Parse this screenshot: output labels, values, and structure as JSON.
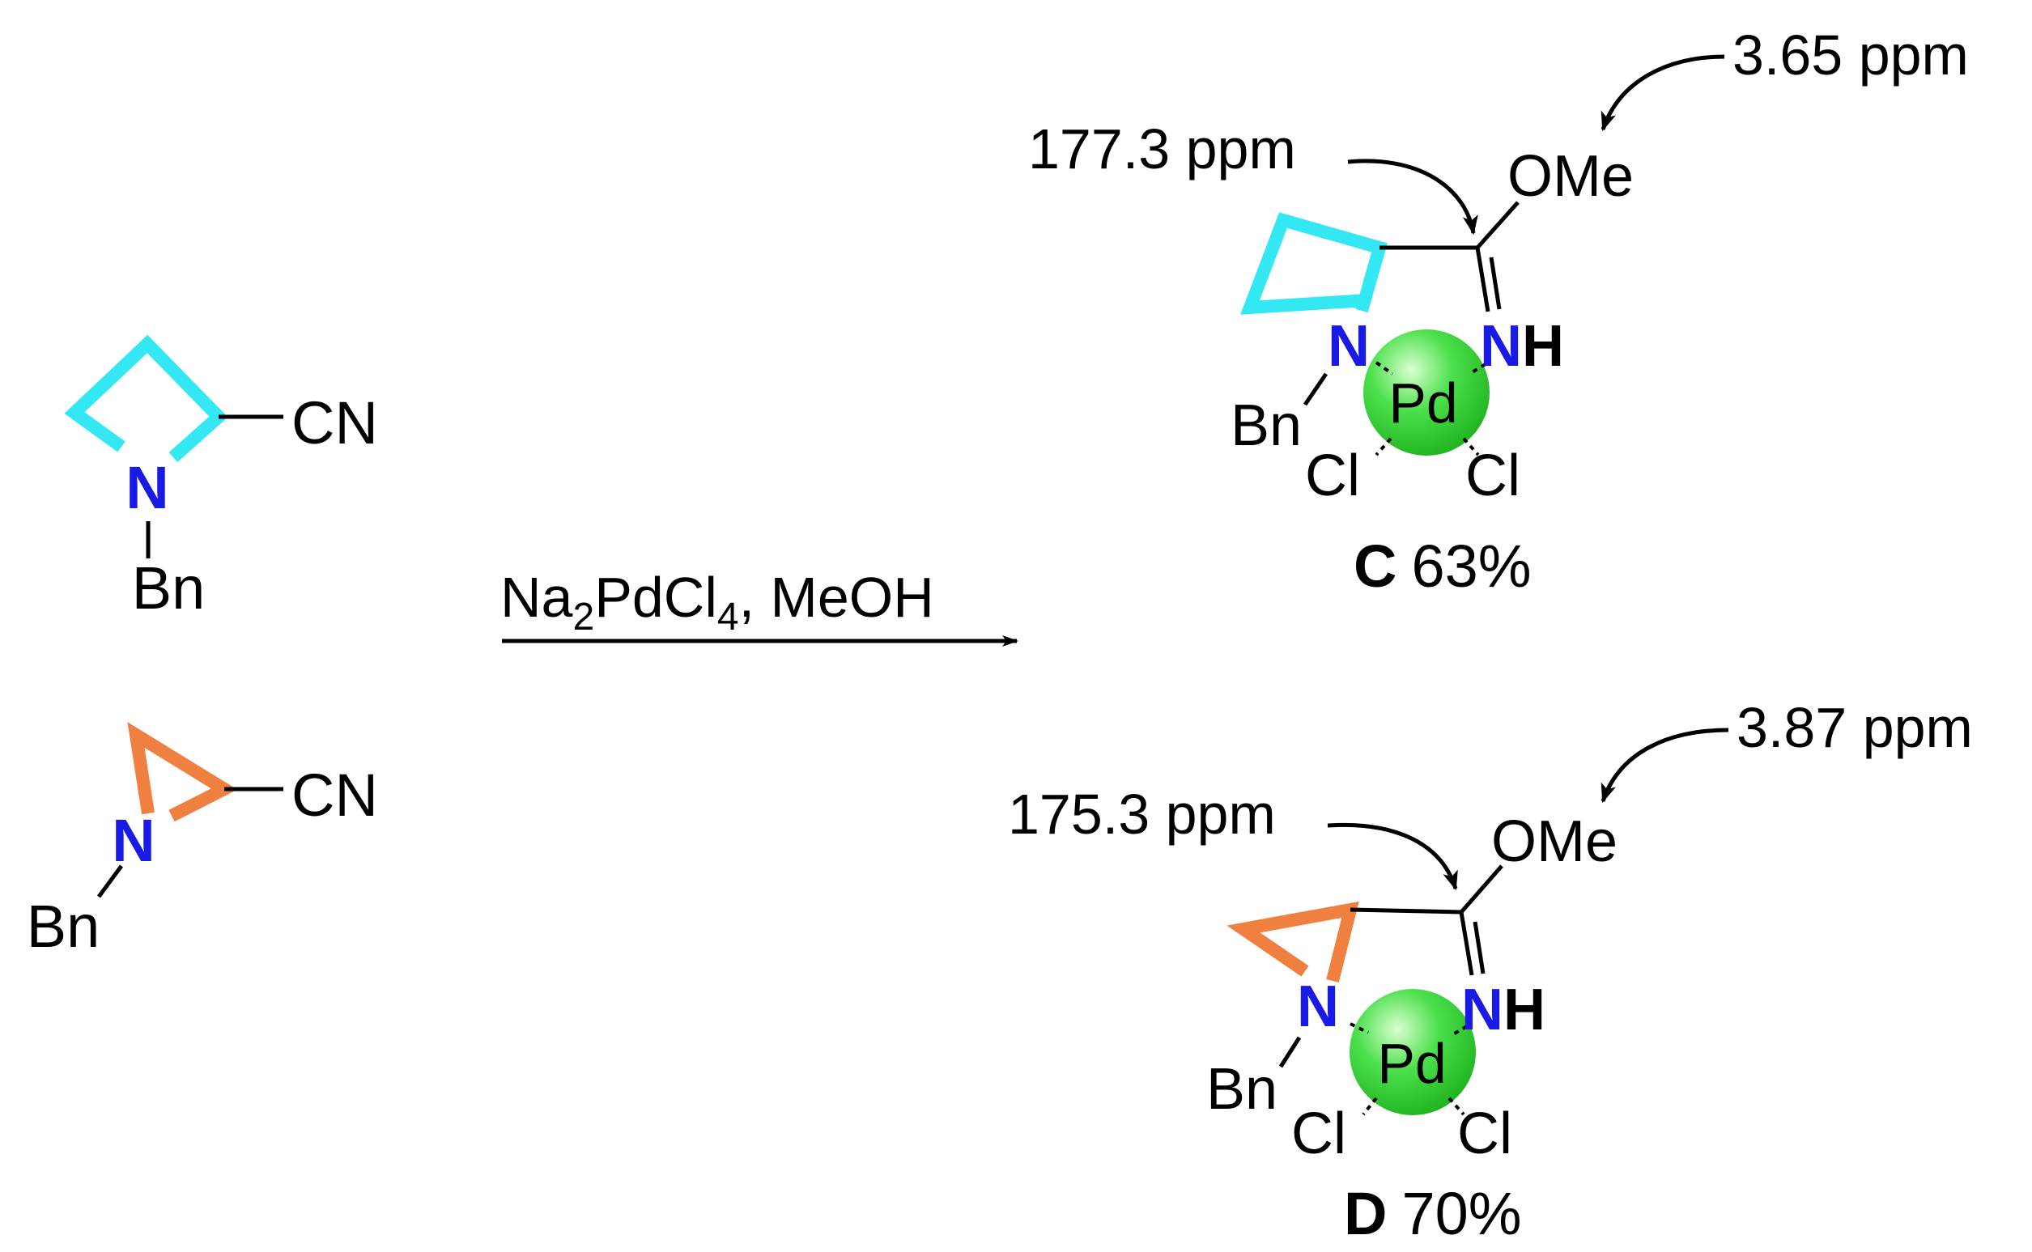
{
  "colors": {
    "azetidine_ring": "#33e8f2",
    "aziridine_ring": "#f08040",
    "nitrogen": "#1a1ae6",
    "bond": "#000000",
    "pd_sphere_light": "#d9ffd0",
    "pd_sphere_mid": "#4de04d",
    "pd_sphere_dark": "#1fb31f"
  },
  "reactants": {
    "azetidine": {
      "nitrogen": "N",
      "substituent": "Bn",
      "nitrile": "CN"
    },
    "aziridine": {
      "nitrogen": "N",
      "substituent": "Bn",
      "nitrile": "CN"
    }
  },
  "reagents": {
    "sodium": "Na",
    "sodium_count": "2",
    "palladium_chloride": "PdCl",
    "chloride_count": "4",
    "solvent": ", MeOH"
  },
  "products": {
    "complex_c": {
      "label": "C",
      "yield": "63%",
      "carbon_shift": "177.3 ppm",
      "methoxy_shift": "3.65 ppm",
      "methoxy": "OMe",
      "imine_n": "N",
      "imine_h": "H",
      "ring_n": "N",
      "benzyl": "Bn",
      "metal": "Pd",
      "chloride_left": "Cl",
      "chloride_right": "Cl"
    },
    "complex_d": {
      "label": "D",
      "yield": "70%",
      "carbon_shift": "175.3 ppm",
      "methoxy_shift": "3.87 ppm",
      "methoxy": "OMe",
      "imine_n": "N",
      "imine_h": "H",
      "ring_n": "N",
      "benzyl": "Bn",
      "metal": "Pd",
      "chloride_left": "Cl",
      "chloride_right": "Cl"
    }
  },
  "icons": {
    "reaction_arrow": "right-arrow",
    "shift_pointer": "curved-arrow"
  }
}
